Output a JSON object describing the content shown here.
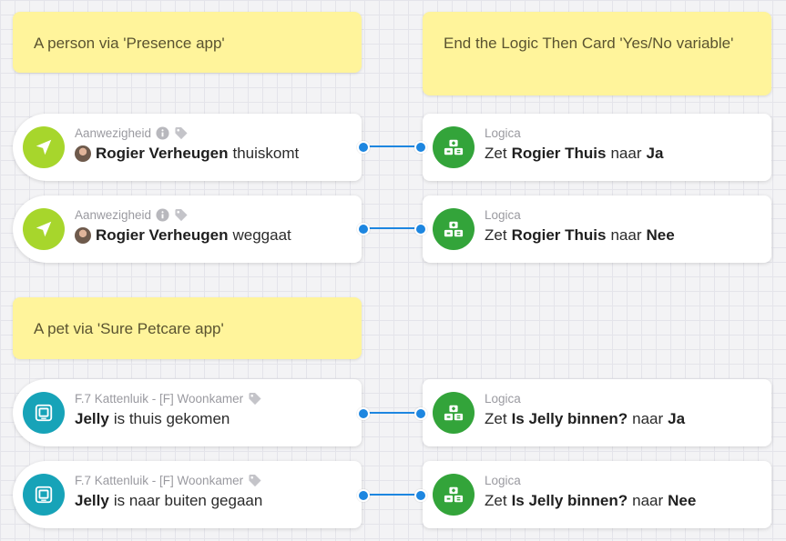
{
  "notes": [
    {
      "text": "A person via 'Presence app'"
    },
    {
      "text": "End the Logic Then Card 'Yes/No variable'"
    },
    {
      "text": "A pet via 'Sure Petcare app'"
    }
  ],
  "cards": {
    "when1": {
      "device": "Aanwezigheid",
      "person": "Rogier Verheugen",
      "action": "thuiskomt"
    },
    "when2": {
      "device": "Aanwezigheid",
      "person": "Rogier Verheugen",
      "action": "weggaat"
    },
    "when3": {
      "device": "F.7 Kattenluik - [F] Woonkamer",
      "subject": "Jelly",
      "action": "is thuis gekomen"
    },
    "when4": {
      "device": "F.7 Kattenluik - [F] Woonkamer",
      "subject": "Jelly",
      "action": "is naar buiten gegaan"
    },
    "then1": {
      "device": "Logica",
      "verb": "Zet",
      "variable": "Rogier Thuis",
      "prep": "naar",
      "value": "Ja"
    },
    "then2": {
      "device": "Logica",
      "verb": "Zet",
      "variable": "Rogier Thuis",
      "prep": "naar",
      "value": "Nee"
    },
    "then3": {
      "device": "Logica",
      "verb": "Zet",
      "variable": "Is Jelly binnen?",
      "prep": "naar",
      "value": "Ja"
    },
    "then4": {
      "device": "Logica",
      "verb": "Zet",
      "variable": "Is Jelly binnen?",
      "prep": "naar",
      "value": "Nee"
    }
  },
  "icons": {
    "presence": "navigation-arrow-icon",
    "cat_flap": "cat-flap-icon",
    "logic": "logic-calculator-icon",
    "info": "info-icon",
    "tag": "tag-icon"
  },
  "colors": {
    "note_bg": "#fff49b",
    "presence_green": "#a7d62c",
    "catflap_teal": "#17a3b8",
    "logic_green": "#33a43a",
    "wire_blue": "#1d86e0"
  }
}
